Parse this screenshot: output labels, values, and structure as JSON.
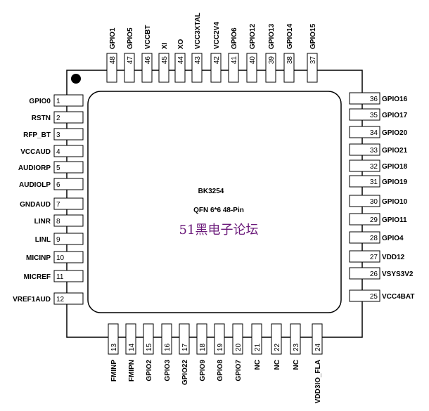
{
  "chip": {
    "part": "BK3254",
    "package": "QFN 6*6 48-Pin",
    "watermark": "51黑电子论坛"
  },
  "pins_left": [
    {
      "num": "1",
      "name": "GPIO0"
    },
    {
      "num": "2",
      "name": "RSTN"
    },
    {
      "num": "3",
      "name": "RFP_BT"
    },
    {
      "num": "4",
      "name": "VCCAUD"
    },
    {
      "num": "5",
      "name": "AUDIORP"
    },
    {
      "num": "6",
      "name": "AUDIOLP"
    },
    {
      "num": "7",
      "name": "GNDAUD"
    },
    {
      "num": "8",
      "name": "LINR"
    },
    {
      "num": "9",
      "name": "LINL"
    },
    {
      "num": "10",
      "name": "MICINP"
    },
    {
      "num": "11",
      "name": "MICREF"
    },
    {
      "num": "12",
      "name": "VREF1AUD"
    }
  ],
  "pins_bottom": [
    {
      "num": "13",
      "name": "FMINP"
    },
    {
      "num": "14",
      "name": "FMIPN"
    },
    {
      "num": "15",
      "name": "GPIO2"
    },
    {
      "num": "16",
      "name": "GPIO3"
    },
    {
      "num": "17",
      "name": "GPIO22"
    },
    {
      "num": "18",
      "name": "GPIO9"
    },
    {
      "num": "19",
      "name": "GPIO8"
    },
    {
      "num": "20",
      "name": "GPIO7"
    },
    {
      "num": "21",
      "name": "NC"
    },
    {
      "num": "22",
      "name": "NC"
    },
    {
      "num": "23",
      "name": "NC"
    },
    {
      "num": "24",
      "name": "VDD3IO_FLA"
    }
  ],
  "pins_right": [
    {
      "num": "25",
      "name": "VCC4BAT"
    },
    {
      "num": "26",
      "name": "VSYS3V2"
    },
    {
      "num": "27",
      "name": "VDD12"
    },
    {
      "num": "28",
      "name": "GPIO4"
    },
    {
      "num": "29",
      "name": "GPIO11"
    },
    {
      "num": "30",
      "name": "GPIO10"
    },
    {
      "num": "31",
      "name": "GPIO19"
    },
    {
      "num": "32",
      "name": "GPIO18"
    },
    {
      "num": "33",
      "name": "GPIO21"
    },
    {
      "num": "34",
      "name": "GPIO20"
    },
    {
      "num": "35",
      "name": "GPIO17"
    },
    {
      "num": "36",
      "name": "GPIO16"
    }
  ],
  "pins_top": [
    {
      "num": "37",
      "name": "GPIO15"
    },
    {
      "num": "38",
      "name": "GPIO14"
    },
    {
      "num": "39",
      "name": "GPIO13"
    },
    {
      "num": "40",
      "name": "GPIO12"
    },
    {
      "num": "41",
      "name": "GPIO6"
    },
    {
      "num": "42",
      "name": "VCC2V4"
    },
    {
      "num": "43",
      "name": "VCC3XTAL"
    },
    {
      "num": "44",
      "name": "XO"
    },
    {
      "num": "45",
      "name": "XI"
    },
    {
      "num": "46",
      "name": "VCCBT"
    },
    {
      "num": "47",
      "name": "GPIO5"
    },
    {
      "num": "48",
      "name": "GPIO1"
    }
  ]
}
